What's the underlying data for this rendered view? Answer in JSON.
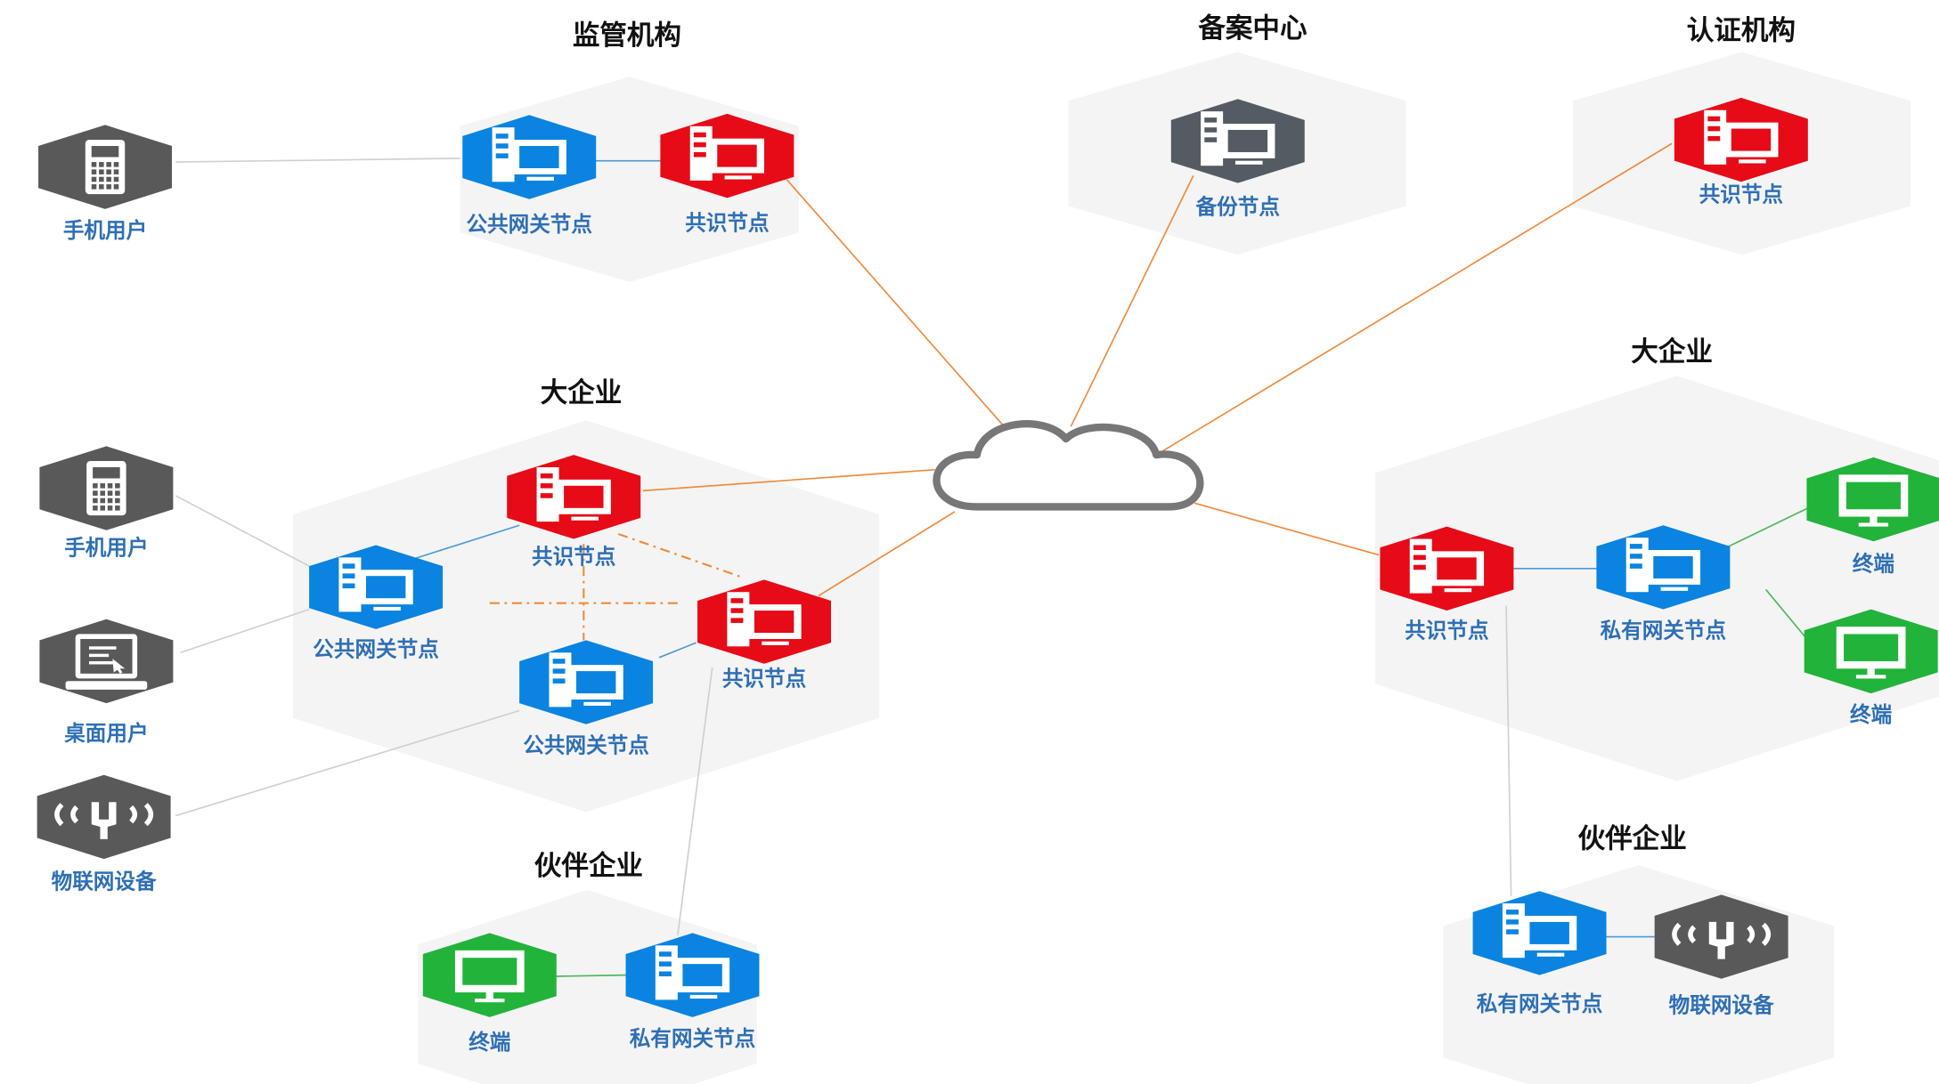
{
  "colors": {
    "gateway": "#0a84e0",
    "consensus": "#e60b17",
    "device": "#595959",
    "backup": "#545b62",
    "terminal": "#22b33a",
    "label": "#2e6fb5",
    "region_bg": "#f4f4f4",
    "link_cloud": "#f08a3c",
    "link_plain": "#d0d0d0",
    "link_blue": "#4a9ad8",
    "link_green": "#4cb85a"
  },
  "regions": [
    {
      "id": "regulator",
      "title": "监管机构"
    },
    {
      "id": "filing",
      "title": "备案中心"
    },
    {
      "id": "cert",
      "title": "认证机构"
    },
    {
      "id": "ent-left",
      "title": "大企业"
    },
    {
      "id": "ent-right",
      "title": "大企业"
    },
    {
      "id": "partner-left",
      "title": "伙伴企业"
    },
    {
      "id": "partner-right",
      "title": "伙伴企业"
    }
  ],
  "nodes": [
    {
      "id": "phone1",
      "type": "device",
      "icon": "calculator-phone-icon",
      "label": "手机用户"
    },
    {
      "id": "gw1",
      "type": "gateway",
      "icon": "computer-icon",
      "label": "公共网关节点"
    },
    {
      "id": "cs1",
      "type": "consensus",
      "icon": "computer-icon",
      "label": "共识节点"
    },
    {
      "id": "bk",
      "type": "backup",
      "icon": "computer-icon",
      "label": "备份节点"
    },
    {
      "id": "cs2",
      "type": "consensus",
      "icon": "computer-icon",
      "label": "共识节点"
    },
    {
      "id": "phone2",
      "type": "device",
      "icon": "calculator-phone-icon",
      "label": "手机用户"
    },
    {
      "id": "desktop",
      "type": "device",
      "icon": "laptop-icon",
      "label": "桌面用户"
    },
    {
      "id": "iot1",
      "type": "device",
      "icon": "iot-antenna-icon",
      "label": "物联网设备"
    },
    {
      "id": "cs3",
      "type": "consensus",
      "icon": "computer-icon",
      "label": "共识节点"
    },
    {
      "id": "gw2",
      "type": "gateway",
      "icon": "computer-icon",
      "label": "公共网关节点"
    },
    {
      "id": "gw3",
      "type": "gateway",
      "icon": "computer-icon",
      "label": "公共网关节点"
    },
    {
      "id": "cs4",
      "type": "consensus",
      "icon": "computer-icon",
      "label": "共识节点"
    },
    {
      "id": "term1",
      "type": "terminal",
      "icon": "monitor-icon",
      "label": "终端"
    },
    {
      "id": "pgw1",
      "type": "gateway",
      "icon": "computer-icon",
      "label": "私有网关节点"
    },
    {
      "id": "cs5",
      "type": "consensus",
      "icon": "computer-icon",
      "label": "共识节点"
    },
    {
      "id": "pgw2",
      "type": "gateway",
      "icon": "computer-icon",
      "label": "私有网关节点"
    },
    {
      "id": "term2",
      "type": "terminal",
      "icon": "monitor-icon",
      "label": "终端"
    },
    {
      "id": "term3",
      "type": "terminal",
      "icon": "monitor-icon",
      "label": "终端"
    },
    {
      "id": "pgw3",
      "type": "gateway",
      "icon": "computer-icon",
      "label": "私有网关节点"
    },
    {
      "id": "iot2",
      "type": "device",
      "icon": "iot-antenna-icon",
      "label": "物联网设备"
    }
  ],
  "cloud": {
    "icon": "cloud-icon"
  }
}
